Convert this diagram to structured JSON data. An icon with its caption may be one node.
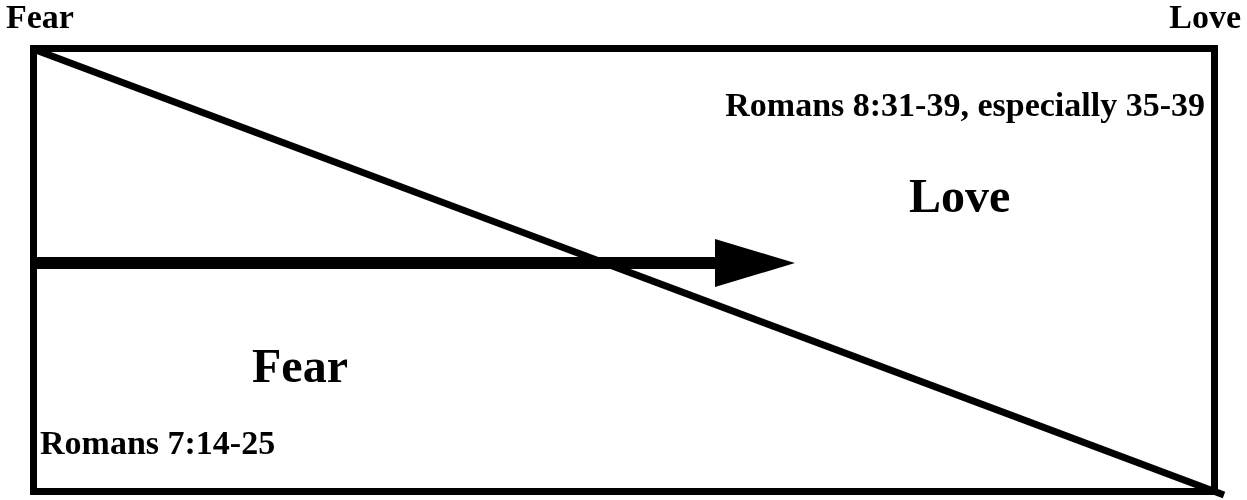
{
  "diagram": {
    "nodes": [
      {
        "text": [
          "Romans 8:31-39, especially 35-39",
          "Love",
          "Fear",
          "Romans 7:14-25"
        ],
        "beside": [
          "Fear",
          "Love"
        ]
      }
    ]
  }
}
